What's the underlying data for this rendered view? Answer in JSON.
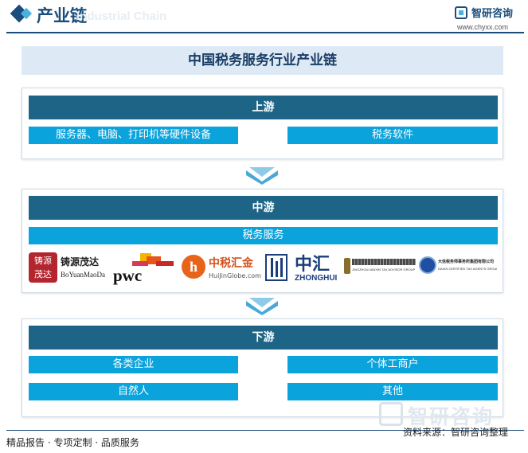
{
  "header": {
    "title": "产业链",
    "watermark_en": "Industrial Chain",
    "brand": "智研咨询",
    "url": "www.chyxx.com"
  },
  "main_title": "中国税务服务行业产业链",
  "upstream": {
    "label": "上游",
    "items": [
      "服务器、电脑、打印机等硬件设备",
      "税务软件"
    ]
  },
  "midstream": {
    "label": "中游",
    "items": [
      "税务服务"
    ],
    "logos": {
      "boyuan_cn_mark": "铸源\n茂达",
      "boyuan_cn": "铸源茂达",
      "boyuan_en": "BoYuanMaoDa",
      "pwc": "pwc",
      "huijin_cn": "中税汇金",
      "huijin_en": "HuiJinGlobe.com",
      "zhonghui_cn": "中汇",
      "zhonghui_en": "ZHONGHUI",
      "jingzhou_en": "JINGZHOULIANXIN TAX ADVISOR GROUP CO.,LTD",
      "daxin_cn": "大信税务师事务所集团有限公司",
      "daxin_en": "DAXIN CERTIFIED TAX AGENTS GROUP CO.,LTD."
    }
  },
  "downstream": {
    "label": "下游",
    "items": [
      "各类企业",
      "个体工商户",
      "自然人",
      "其他"
    ]
  },
  "footer": {
    "left": "精品报告 · 专项定制 · 品质服务",
    "watermark": "智研咨询",
    "source": "资料来源：智研咨询整理"
  },
  "colors": {
    "stage_bar": "#1d6487",
    "item": "#0ba3dc",
    "title_bg": "#dde9f4",
    "brand": "#1a4d7c"
  }
}
